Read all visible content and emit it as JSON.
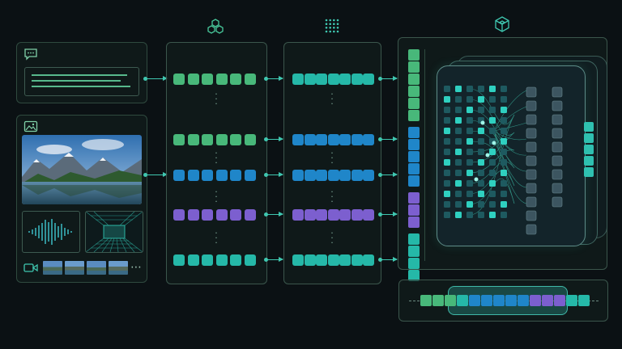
{
  "icons": {
    "input_panel_text": "chat-bubble-icon",
    "input_panel_image": "image-icon",
    "input_panel_video": "video-camera-icon",
    "encoder_column": "hexagon-cluster-icon",
    "projector_column": "dot-grid-icon",
    "model_column": "cube-icon",
    "more": "ellipsis-icon"
  },
  "colors": {
    "text_tokens": "#48b87a",
    "projected_teal": "#25b8a8",
    "image_tokens": "#1f86c9",
    "audio_tokens": "#7c5fcf",
    "panel_border": "#2f4a3f",
    "arrow": "#3fc7b0"
  },
  "streams": [
    {
      "modality": "text",
      "color": "green"
    },
    {
      "modality": "image",
      "color": "green"
    },
    {
      "modality": "image-patches",
      "color": "blue"
    },
    {
      "modality": "audio",
      "color": "purple"
    },
    {
      "modality": "video",
      "color": "teal"
    }
  ]
}
